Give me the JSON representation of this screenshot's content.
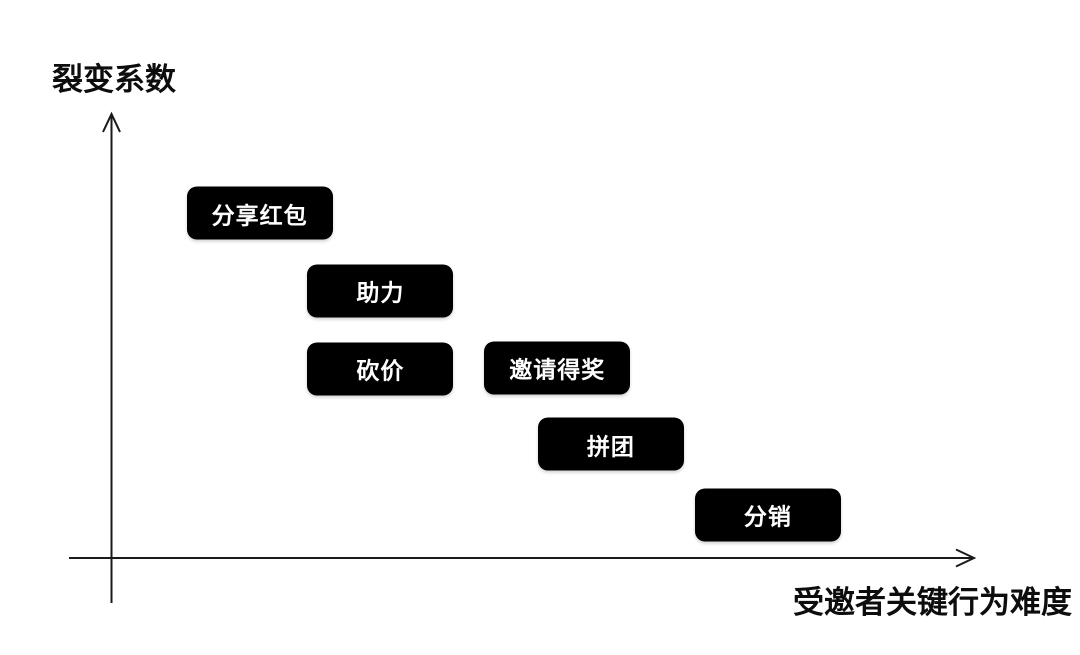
{
  "chart_data": {
    "type": "scatter",
    "title": "",
    "xlabel": "受邀者关键行为难度",
    "ylabel": "裂变系数",
    "xlim": [
      0,
      1
    ],
    "ylim": [
      0,
      1
    ],
    "grid": false,
    "legend": null,
    "axis_style": "arrow-axes, no ticks, no tick labels",
    "points": [
      {
        "id": "share-red-packet",
        "label": "分享红包",
        "x": 0.171,
        "y": 0.778
      },
      {
        "id": "boost",
        "label": "助力",
        "x": 0.311,
        "y": 0.603
      },
      {
        "id": "bargain",
        "label": "砍价",
        "x": 0.311,
        "y": 0.427
      },
      {
        "id": "invite-reward",
        "label": "邀请得奖",
        "x": 0.516,
        "y": 0.43
      },
      {
        "id": "group-buy",
        "label": "拼团",
        "x": 0.578,
        "y": 0.257
      },
      {
        "id": "distribution",
        "label": "分销",
        "x": 0.76,
        "y": 0.098
      }
    ],
    "colors": {
      "background": "#ffffff",
      "axis": "#1a1a1a",
      "node_bg": "#000000",
      "node_text": "#ffffff",
      "label_text": "#0d0d0d"
    }
  }
}
